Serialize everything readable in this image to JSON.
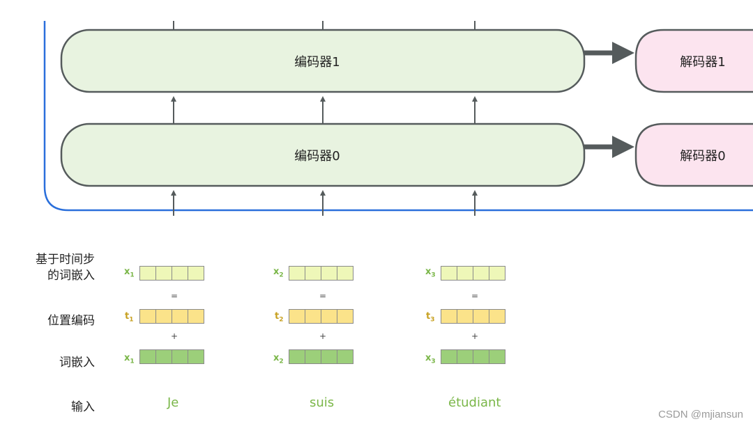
{
  "diagram": {
    "encoders": [
      {
        "label": "编码器1"
      },
      {
        "label": "编码器0"
      }
    ],
    "decoders": [
      {
        "label": "解码器1"
      },
      {
        "label": "解码器0"
      }
    ]
  },
  "row_labels": {
    "time_step_embedding_line1": "基于时间步",
    "time_step_embedding_line2": "的词嵌入",
    "positional_encoding": "位置编码",
    "word_embedding": "词嵌入",
    "input": "输入"
  },
  "columns": [
    {
      "x": "x",
      "t": "t",
      "sub": "1",
      "word": "Je"
    },
    {
      "x": "x",
      "t": "t",
      "sub": "2",
      "word": "suis"
    },
    {
      "x": "x",
      "t": "t",
      "sub": "3",
      "word": "étudiant"
    }
  ],
  "symbols": {
    "equals": "=",
    "plus": "+"
  },
  "colors": {
    "encoder_fill": "#e8f3e0",
    "decoder_fill": "#fce4ef",
    "box_stroke": "#555b5c",
    "blue_frame": "#2a6fdb",
    "light_green": "#eef7b8",
    "yellow": "#fbe38a",
    "green": "#9ccf7a",
    "x_label": "#7ab648",
    "t_label": "#c7a020"
  },
  "watermark": "CSDN @mjiansun"
}
